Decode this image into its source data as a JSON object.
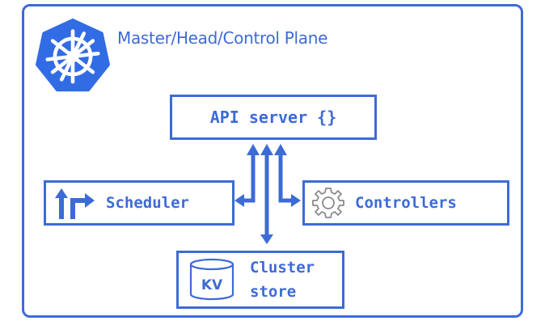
{
  "title": "Master/Head/Control Plane",
  "components": {
    "api_server": "API server {}",
    "scheduler": "Scheduler",
    "controllers": "Controllers",
    "cluster_store": "Cluster store",
    "kv_label": "KV"
  },
  "icons": {
    "logo": "kubernetes-helm-icon",
    "scheduler": "routing-arrows-icon",
    "controllers": "gear-icon",
    "cluster_store": "database-cylinder-icon"
  },
  "colors": {
    "accent": "#3d6bd6",
    "logo_fill": "#326ce5",
    "icon_gray": "#8a8a8a"
  }
}
